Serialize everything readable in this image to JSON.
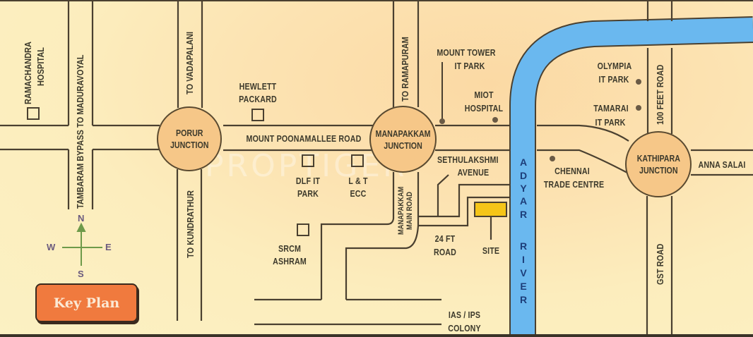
{
  "map": {
    "title": "Key Plan",
    "watermark": "PROPTIGER",
    "colors": {
      "background": "#fcedbd",
      "river": "#6ab8ef",
      "junction_fill": "#f6c788",
      "road_line": "#4a4030",
      "site_fill": "#f5c518",
      "key_plan_button": "#f07a3e"
    },
    "compass": {
      "north": "N",
      "south": "S",
      "east": "E",
      "west": "W"
    },
    "junctions": [
      {
        "name": "PORUR\nJUNCTION"
      },
      {
        "name": "MANAPAKKAM\nJUNCTION"
      },
      {
        "name": "KATHIPARA\nJUNCTION"
      }
    ],
    "roads": {
      "tambaram_bypass": "TAMBARAM BYPASS TO MADURAVOYAL",
      "to_vadapalani": "TO VADAPALANI",
      "to_kundrathur": "TO KUNDRATHUR",
      "mount_poonamallee": "MOUNT POONAMALLEE ROAD",
      "to_ramapuram": "TO RAMAPURAM",
      "manapakkam_main_1": "MANAPAKKAM",
      "manapakkam_main_2": "MAIN ROAD",
      "feet_100": "100 FEET ROAD",
      "gst": "GST ROAD",
      "anna_salai": "ANNA SALAI",
      "sethulakshmi_1": "SETHULAKSHMI",
      "sethulakshmi_2": "AVENUE",
      "ft24_1": "24 FT",
      "ft24_2": "ROAD"
    },
    "landmarks": {
      "ramachandra_1": "RAMACHANDRA",
      "ramachandra_2": "HOSPITAL",
      "hp_1": "HEWLETT",
      "hp_2": "PACKARD",
      "dlf_1": "DLF IT",
      "dlf_2": "PARK",
      "lt_1": "L & T",
      "lt_2": "ECC",
      "srcm_1": "SRCM",
      "srcm_2": "ASHRAM",
      "mount_tower_1": "MOUNT TOWER",
      "mount_tower_2": "IT PARK",
      "miot_1": "MIOT",
      "miot_2": "HOSPITAL",
      "olympia_1": "OLYMPIA",
      "olympia_2": "IT PARK",
      "tamarai_1": "TAMARAI",
      "tamarai_2": "IT PARK",
      "ctc_1": "CHENNAI",
      "ctc_2": "TRADE CENTRE",
      "ias_1": "IAS / IPS",
      "ias_2": "COLONY",
      "site": "SITE"
    },
    "river": {
      "name": "ADYAR RIVER",
      "letters": [
        "A",
        "D",
        "Y",
        "A",
        "R",
        "",
        "R",
        "I",
        "V",
        "E",
        "R"
      ]
    }
  }
}
